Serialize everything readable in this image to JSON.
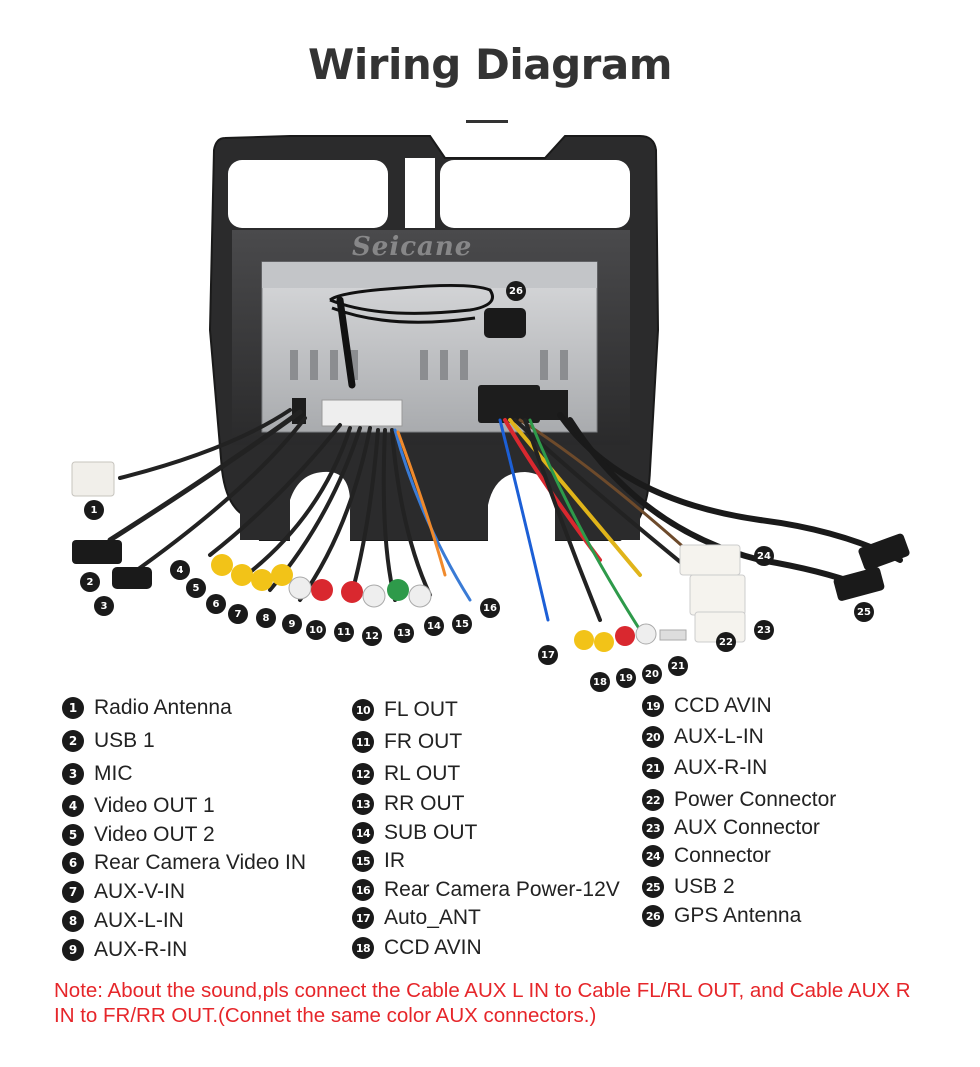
{
  "title": "Wiring Diagram",
  "brand_watermark": "Seicane",
  "legend": [
    {
      "num": "1",
      "label": "Radio Antenna"
    },
    {
      "num": "2",
      "label": "USB 1"
    },
    {
      "num": "3",
      "label": "MIC"
    },
    {
      "num": "4",
      "label": "Video OUT 1"
    },
    {
      "num": "5",
      "label": "Video OUT 2"
    },
    {
      "num": "6",
      "label": "Rear Camera Video IN"
    },
    {
      "num": "7",
      "label": "AUX-V-IN"
    },
    {
      "num": "8",
      "label": "AUX-L-IN"
    },
    {
      "num": "9",
      "label": "AUX-R-IN"
    },
    {
      "num": "10",
      "label": "FL OUT"
    },
    {
      "num": "11",
      "label": "FR OUT"
    },
    {
      "num": "12",
      "label": "RL OUT"
    },
    {
      "num": "13",
      "label": "RR OUT"
    },
    {
      "num": "14",
      "label": "SUB OUT"
    },
    {
      "num": "15",
      "label": "IR"
    },
    {
      "num": "16",
      "label": "Rear Camera Power-12V"
    },
    {
      "num": "17",
      "label": "Auto_ANT"
    },
    {
      "num": "18",
      "label": "CCD AVIN"
    },
    {
      "num": "19",
      "label": "CCD AVIN"
    },
    {
      "num": "20",
      "label": "AUX-L-IN"
    },
    {
      "num": "21",
      "label": "AUX-R-IN"
    },
    {
      "num": "22",
      "label": "Power Connector"
    },
    {
      "num": "23",
      "label": "AUX Connector"
    },
    {
      "num": "24",
      "label": "Connector"
    },
    {
      "num": "25",
      "label": "USB 2"
    },
    {
      "num": "26",
      "label": "GPS Antenna"
    }
  ],
  "note": "Note: About the sound,pls connect the Cable AUX L IN to Cable FL/RL OUT, and Cable AUX R IN to  FR/RR OUT.(Connet the same color AUX connectors.)",
  "colors": {
    "note": "#e6262a",
    "title": "#333333",
    "badge": "#1a1a1a",
    "rca_red": "#d9282f",
    "rca_white": "#eeeeee",
    "rca_yellow": "#f2c318",
    "rca_green": "#2e9a4a"
  }
}
